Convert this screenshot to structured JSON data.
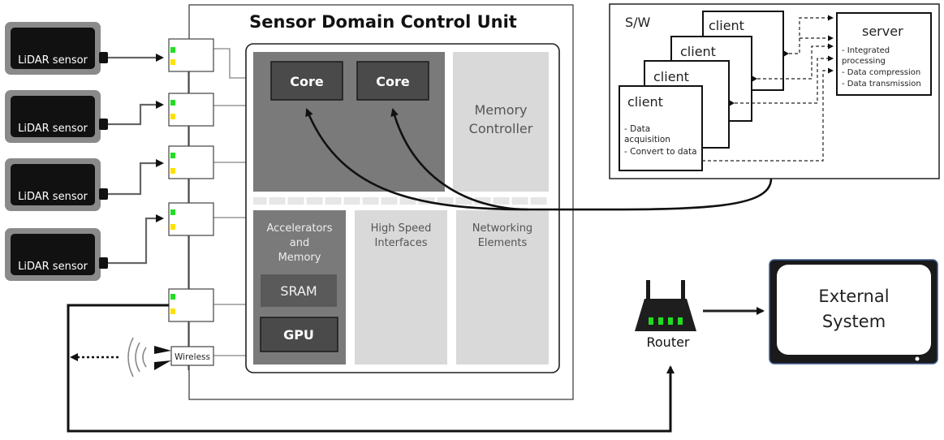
{
  "title": "Sensor Domain Control Unit",
  "sensors": [
    {
      "label": "LiDAR sensor"
    },
    {
      "label": "LiDAR sensor"
    },
    {
      "label": "LiDAR sensor"
    },
    {
      "label": "LiDAR sensor"
    }
  ],
  "wireless_label": "Wireless",
  "soc": {
    "core1": "Core",
    "core2": "Core",
    "memory_controller": [
      "Memory",
      "Controller"
    ],
    "accelerators": [
      "Accelerators",
      "and",
      "Memory"
    ],
    "sram": "SRAM",
    "gpu": "GPU",
    "high_speed": [
      "High Speed",
      "Interfaces"
    ],
    "networking": [
      "Networking",
      "Elements"
    ]
  },
  "software": {
    "label": "S/W",
    "client_label": "client",
    "client_notes": [
      "- Data",
      "acquisition",
      "- Convert to data"
    ],
    "server_label": "server",
    "server_notes": [
      "- Integrated",
      "processing",
      "- Data compression",
      "- Data transmission"
    ]
  },
  "router_label": "Router",
  "external": [
    "External",
    "System"
  ],
  "colors": {
    "sensor_outer": "#8a8a8a",
    "sensor_inner": "#111111",
    "core_region": "#7a7a7a",
    "core_box": "#4a4a4a",
    "light_region": "#d9d9d9",
    "accel_region": "#7a7a7a",
    "led_green": "#22dd22",
    "led_yellow": "#ffe000"
  }
}
